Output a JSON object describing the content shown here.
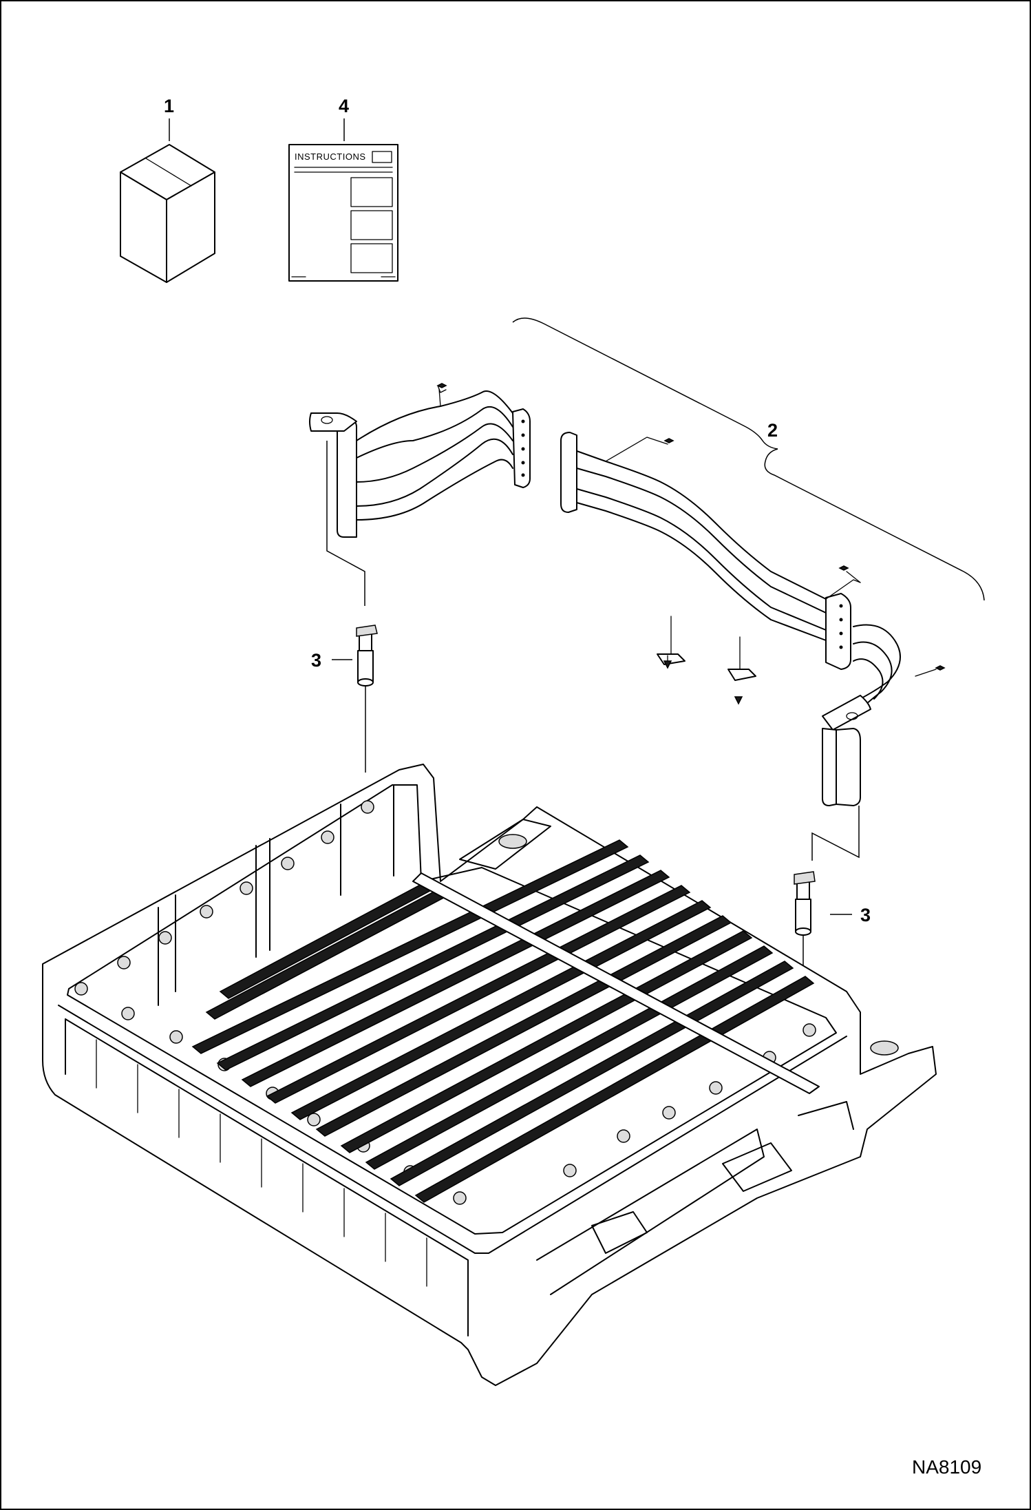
{
  "figure": {
    "id_label": "NA8109",
    "callouts": {
      "kit_box": "1",
      "instructions": "4",
      "rail_assembly": "2",
      "socket_left": "3",
      "socket_right": "3"
    },
    "instructions_sheet_title": "INSTRUCTIONS"
  }
}
